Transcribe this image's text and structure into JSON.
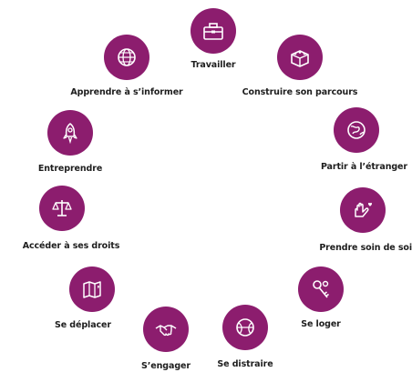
{
  "accent_color": "#8c1d6e",
  "items": [
    {
      "id": "travailler",
      "label": "Travailler",
      "icon": "toolbox-icon"
    },
    {
      "id": "construire",
      "label": "Construire son parcours",
      "icon": "building-blocks-icon"
    },
    {
      "id": "etranger",
      "label": "Partir à l’étranger",
      "icon": "globe-icon"
    },
    {
      "id": "soin",
      "label": "Prendre soin de soi",
      "icon": "caring-hand-icon"
    },
    {
      "id": "loger",
      "label": "Se loger",
      "icon": "keys-icon"
    },
    {
      "id": "distraire",
      "label": "Se distraire",
      "icon": "ball-icon"
    },
    {
      "id": "engager",
      "label": "S’engager",
      "icon": "handshake-icon"
    },
    {
      "id": "deplacer",
      "label": "Se déplacer",
      "icon": "map-icon"
    },
    {
      "id": "droits",
      "label": "Accéder à ses droits",
      "icon": "scales-icon"
    },
    {
      "id": "entreprendre",
      "label": "Entreprendre",
      "icon": "rocket-icon"
    },
    {
      "id": "informer",
      "label": "Apprendre à s’informer",
      "icon": "web-globe-icon"
    }
  ]
}
